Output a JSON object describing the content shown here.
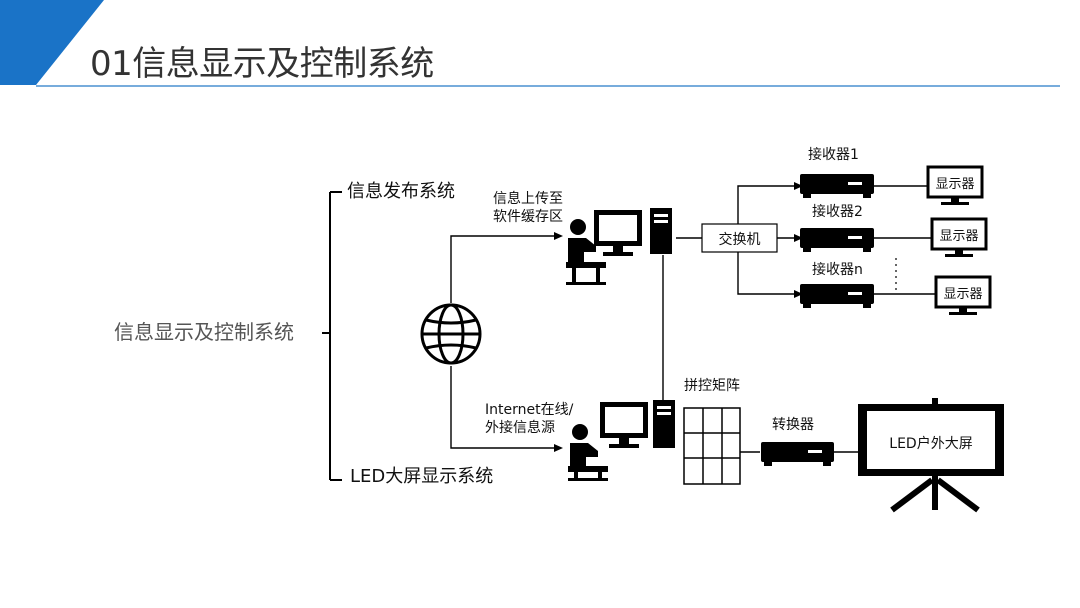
{
  "header": {
    "title": "01信息显示及控制系统",
    "accent_color": "#1a73c7",
    "rule_color": "#4a90d0"
  },
  "tree": {
    "root_label": "信息显示及控制系统",
    "branch_top_label": "信息发布系统",
    "branch_bottom_label": "LED大屏显示系统"
  },
  "diagram": {
    "network_icon": "globe-icon",
    "upload_note_line1": "信息上传至",
    "upload_note_line2": "软件缓存区",
    "internet_note_line1": "Internet在线/",
    "internet_note_line2": "外接信息源",
    "switch_label": "交换机",
    "receivers": [
      {
        "label": "接收器1",
        "display": "显示器"
      },
      {
        "label": "接收器2",
        "display": "显示器"
      },
      {
        "label": "接收器n",
        "display": "显示器"
      }
    ],
    "matrix_label": "拼控矩阵",
    "converter_label": "转换器",
    "led_screen_label": "LED户外大屏"
  }
}
